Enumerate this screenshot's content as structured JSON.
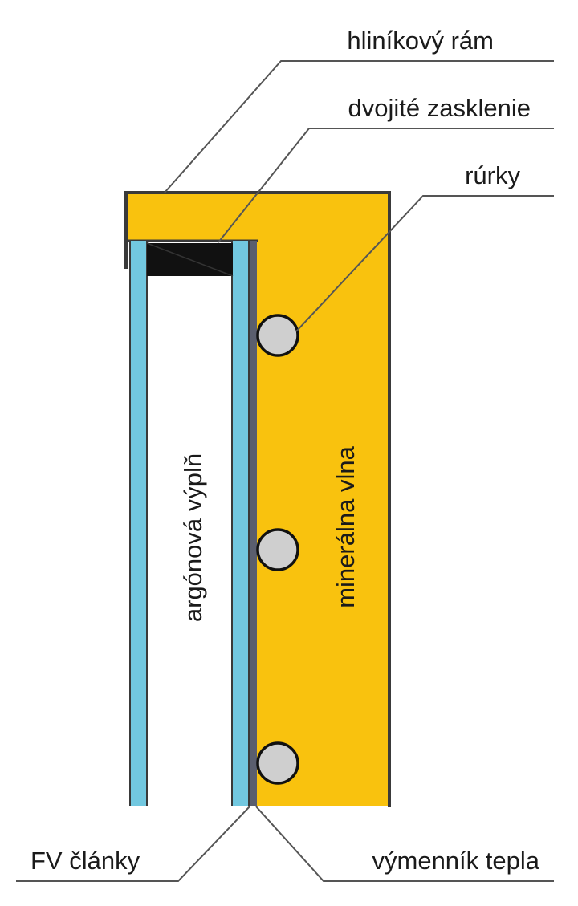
{
  "labels": {
    "aluminium_frame": "hliníkový rám",
    "double_glazing": "dvojité zasklenie",
    "pipes": "rúrky",
    "argon_fill": "argónová výplň",
    "mineral_wool": "minerálna vlna",
    "pv_cells": "FV články",
    "heat_exchanger": "výmenník tepla"
  },
  "colors": {
    "insulation": "#F9C20E",
    "glass": "#72C8E0",
    "frame": "#3A3A3A",
    "spacer": "#111111",
    "pipe_fill": "#CFCFCF",
    "pipe_stroke": "#111111",
    "exchanger": "#5A5E6E",
    "leader_line": "#555555",
    "text": "#1A1A1A"
  }
}
